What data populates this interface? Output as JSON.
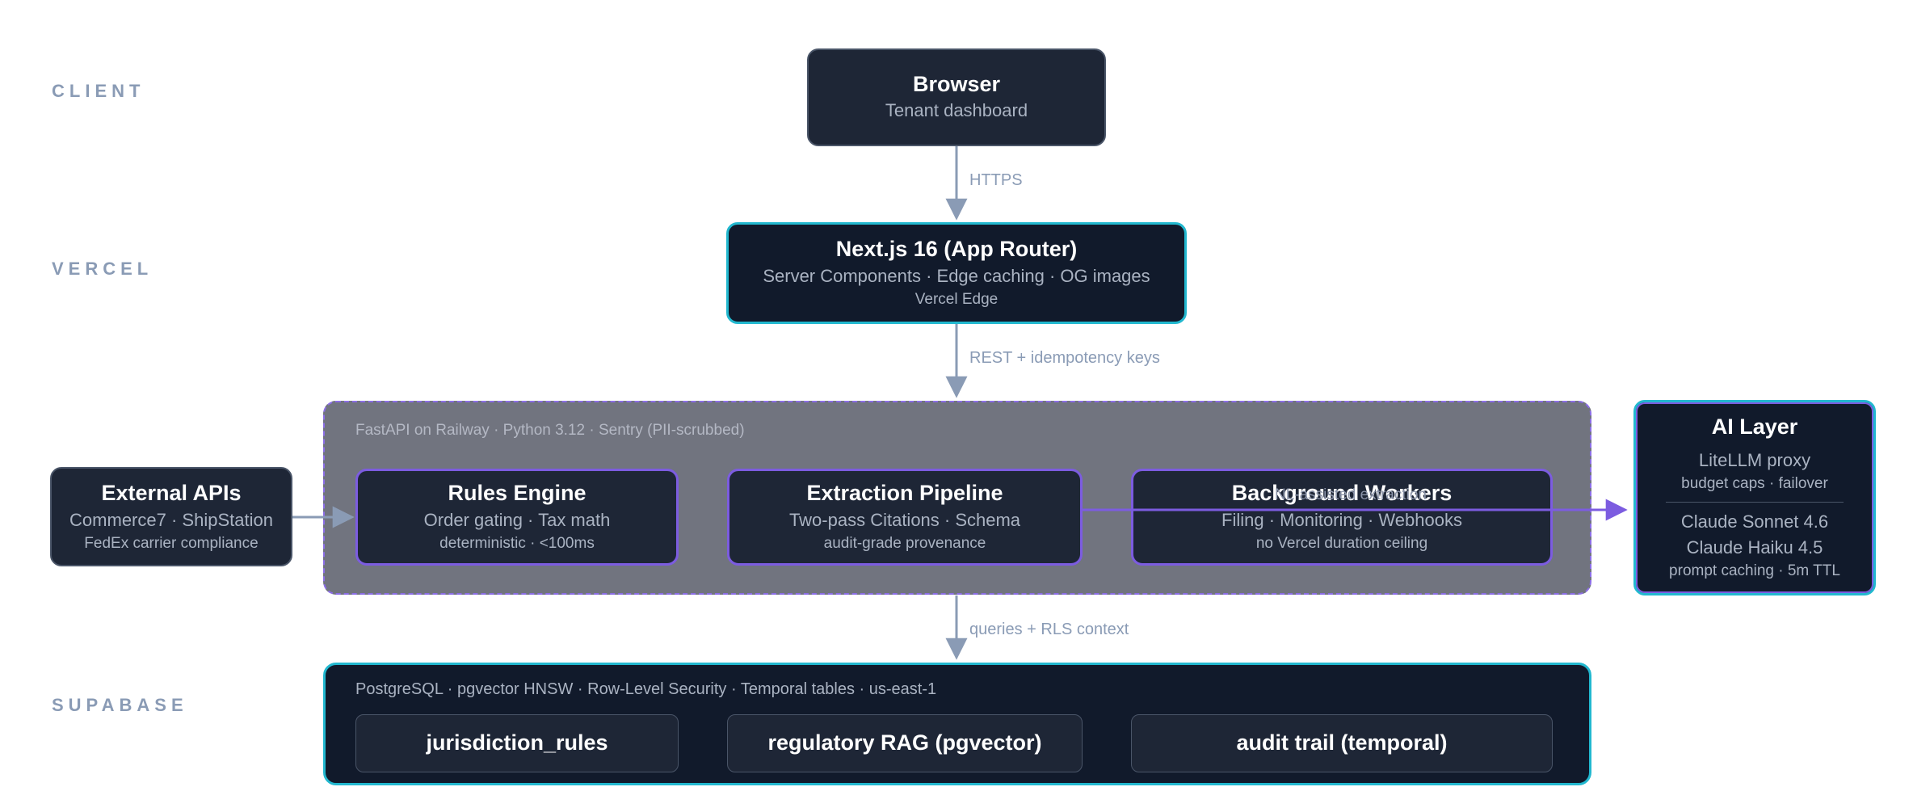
{
  "tiers": {
    "client": "CLIENT",
    "vercel": "VERCEL",
    "supabase": "SUPABASE"
  },
  "browser": {
    "title": "Browser",
    "subtitle": "Tenant dashboard"
  },
  "nextjs": {
    "title": "Next.js 16 (App Router)",
    "subtitle": "Server Components · Edge caching · OG images",
    "note": "Vercel Edge"
  },
  "railway": {
    "caption": "FastAPI on Railway · Python 3.12 · Sentry (PII-scrubbed)",
    "rules_engine": {
      "title": "Rules Engine",
      "subtitle": "Order gating · Tax math",
      "note": "deterministic · <100ms"
    },
    "extraction": {
      "title": "Extraction Pipeline",
      "subtitle": "Two-pass Citations · Schema",
      "note": "audit-grade provenance"
    },
    "workers": {
      "title": "Background Workers",
      "subtitle": "Filing · Monitoring · Webhooks",
      "note": "no Vercel duration ceiling"
    }
  },
  "external": {
    "title": "External APIs",
    "subtitle": "Commerce7 · ShipStation",
    "note": "FedEx carrier compliance"
  },
  "ai_layer": {
    "title": "AI Layer",
    "proxy": "LiteLLM proxy",
    "proxy_note": "budget caps · failover",
    "model_1": "Claude Sonnet 4.6",
    "model_2": "Claude Haiku 4.5",
    "models_note": "prompt caching · 5m TTL"
  },
  "supabase": {
    "caption": "PostgreSQL · pgvector HNSW · Row-Level Security · Temporal tables · us-east-1",
    "tables": [
      "jurisdiction_rules",
      "regulatory RAG (pgvector)",
      "audit trail (temporal)"
    ]
  },
  "edges": {
    "browser_to_next": "HTTPS",
    "next_to_api": "REST + idempotency keys",
    "api_to_db": "queries + RLS context",
    "extraction_to_ai": "NL-assisted extraction"
  },
  "colors": {
    "dark_box": "#1e2636",
    "darker_box": "#111a2b",
    "cyan_border": "#22b8cf",
    "purple_border": "#7c5ce0",
    "slate_border": "#4a5568",
    "railway_bg": "#71747f",
    "arrow_gray": "#8a9bb5"
  }
}
